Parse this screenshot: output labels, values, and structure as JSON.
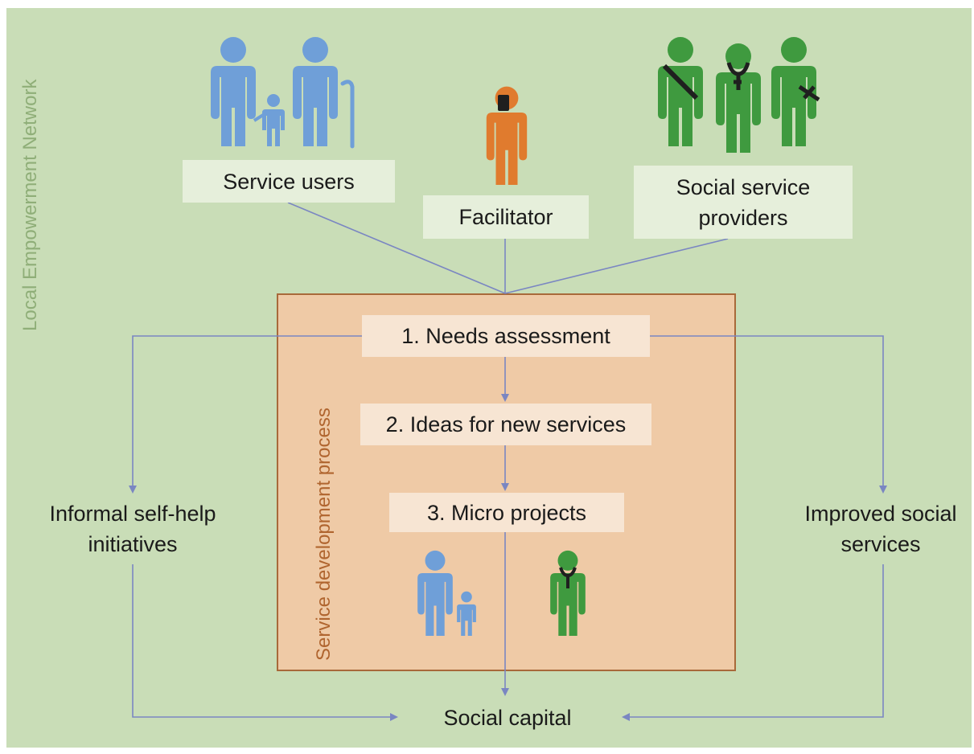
{
  "network_label": "Local Empowerment Network",
  "groups": {
    "service_users": "Service users",
    "facilitator": "Facilitator",
    "providers": "Social service providers"
  },
  "process": {
    "label": "Service development process",
    "steps": [
      "1. Needs assessment",
      "2. Ideas for new services",
      "3. Micro projects"
    ]
  },
  "outcomes": {
    "left": "Informal self-help initiatives",
    "right": "Improved social services",
    "bottom": "Social capital"
  },
  "colors": {
    "background": "#c9ddb7",
    "service_users": "#6f9fd8",
    "facilitator": "#e07b2e",
    "providers": "#3f9a3f",
    "process_fill": "#efcaa6",
    "process_border": "#a8693a",
    "connector": "#7a86c2"
  }
}
